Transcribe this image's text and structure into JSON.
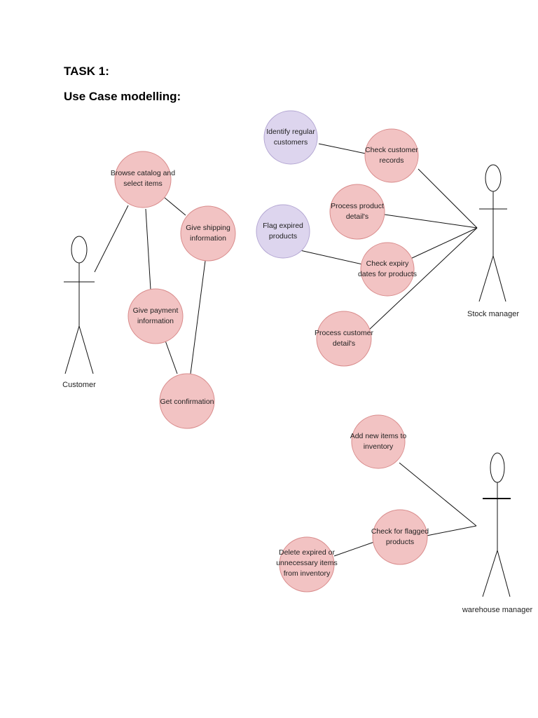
{
  "document": {
    "task_title": "TASK 1:",
    "section_title": "Use Case modelling:"
  },
  "colors": {
    "usecase_fill": "#f2c3c3",
    "usecase_stroke": "#d98c8c",
    "extension_fill": "#ddd5ee",
    "extension_stroke": "#b3a6d2",
    "line": "#111111"
  },
  "actors": {
    "customer": "Customer",
    "stock_manager": "Stock manager",
    "warehouse_manager": "warehouse manager"
  },
  "use_cases": {
    "browse": [
      "Browse catalog and",
      "select items"
    ],
    "shipping": [
      "Give shipping",
      "information"
    ],
    "payment": [
      "Give payment",
      "information"
    ],
    "confirmation": [
      "Get confirmation"
    ],
    "identify": [
      "Identify regular",
      "customers"
    ],
    "check_records": [
      "Check customer",
      "records"
    ],
    "process_product": [
      "Process product",
      "detail's"
    ],
    "flag_expired": [
      "Flag expired",
      "products"
    ],
    "check_expiry": [
      "Check expiry",
      "dates for products"
    ],
    "process_customer": [
      "Process customer",
      "detail's"
    ],
    "add_items": [
      "Add new items to",
      "inventory"
    ],
    "check_flagged": [
      "Check for flagged",
      "products"
    ],
    "delete_expired": [
      "Delete expired or",
      "unnecessary items",
      "from inventory"
    ]
  }
}
